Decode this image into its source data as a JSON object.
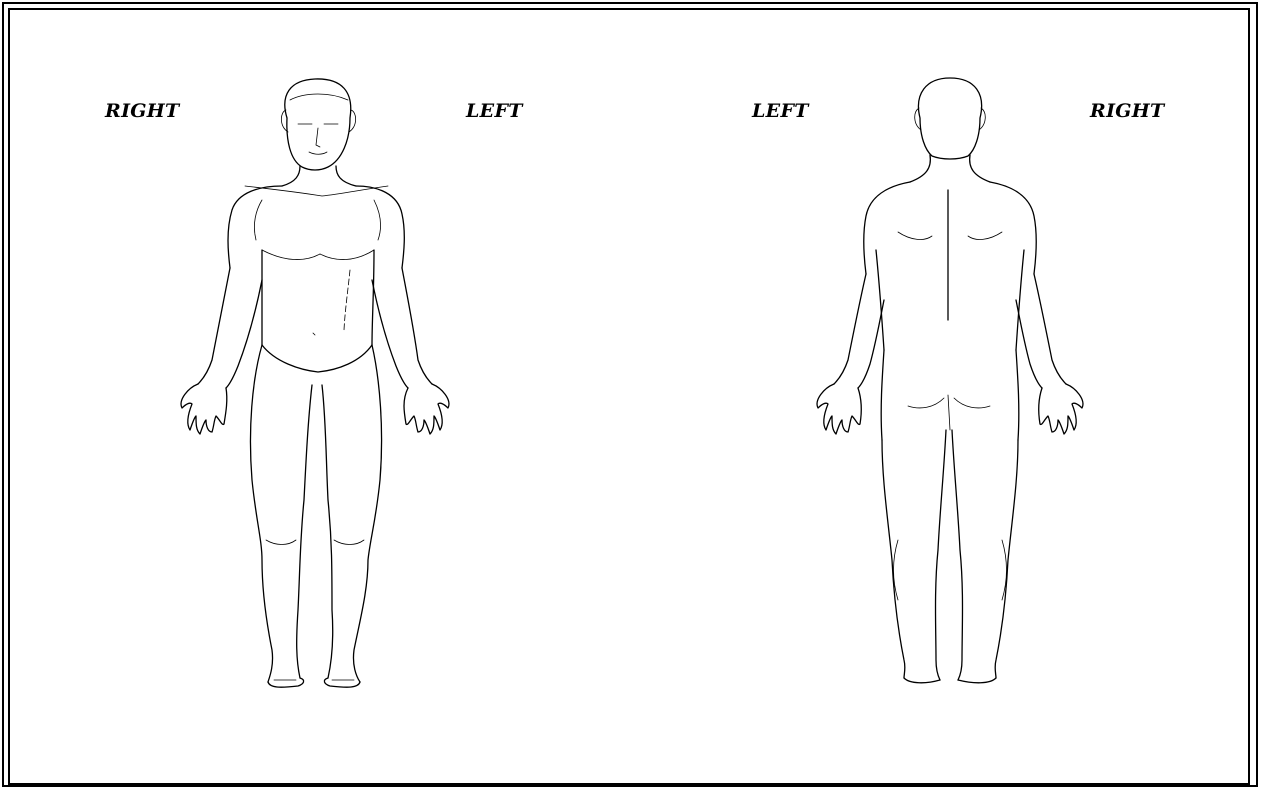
{
  "diagram": {
    "front_view": {
      "left_label": "RIGHT",
      "right_label": "LEFT"
    },
    "back_view": {
      "left_label": "LEFT",
      "right_label": "RIGHT"
    },
    "line_color": "#000000",
    "background_color": "#ffffff"
  }
}
